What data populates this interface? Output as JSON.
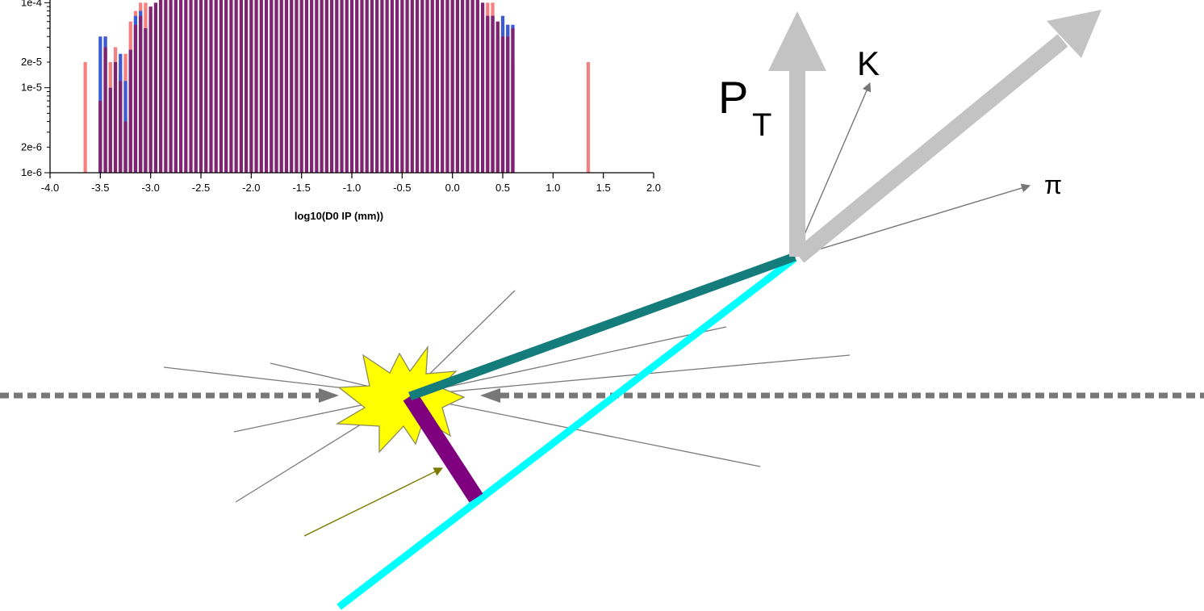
{
  "chart_data": {
    "type": "bar",
    "xlabel": "log10(D0 IP (mm))",
    "x_ticks": [
      "-4.0",
      "-3.5",
      "-3.0",
      "-2.5",
      "-2.0",
      "-1.5",
      "-1.0",
      "-0.5",
      "0.0",
      "0.5",
      "1.0",
      "1.5",
      "2.0"
    ],
    "y_ticks": [
      "1e-4",
      "2e-5",
      "1e-5",
      "2e-6",
      "1e-6"
    ],
    "y_scale": "log",
    "xlim": [
      -4.0,
      2.0
    ],
    "ylim": [
      1e-06,
      0.00012
    ],
    "bin_width": 0.05,
    "bin_start": -3.7,
    "series": [
      {
        "color": "#f58080",
        "values": [
          {
            "x": -3.65,
            "y": 2e-05
          },
          {
            "x": -3.5,
            "y": 7e-06
          },
          {
            "x": -3.45,
            "y": 4e-05
          },
          {
            "x": -3.4,
            "y": 2e-05
          },
          {
            "x": -3.35,
            "y": 3e-05
          },
          {
            "x": -3.3,
            "y": 1.5e-05
          },
          {
            "x": -3.25,
            "y": 2.5e-05
          },
          {
            "x": -3.2,
            "y": 6e-05
          },
          {
            "x": -3.15,
            "y": 8e-05
          },
          {
            "x": -3.1,
            "y": 0.0001
          },
          {
            "x": -3.05,
            "y": 0.0001
          },
          {
            "x": 0.35,
            "y": 0.0001
          },
          {
            "x": 0.4,
            "y": 0.0001
          },
          {
            "x": 0.45,
            "y": 6e-05
          },
          {
            "x": 0.5,
            "y": 6e-05
          },
          {
            "x": 0.55,
            "y": 5.5e-05
          },
          {
            "x": 0.6,
            "y": 2e-05
          },
          {
            "x": 1.35,
            "y": 2e-05
          }
        ]
      },
      {
        "color": "#3b5bd6",
        "values": [
          {
            "x": -3.5,
            "y": 4e-05
          },
          {
            "x": -3.45,
            "y": 4e-05
          },
          {
            "x": -3.3,
            "y": 2.5e-05
          },
          {
            "x": -3.25,
            "y": 1.2e-05
          },
          {
            "x": -3.15,
            "y": 7e-05
          },
          {
            "x": -3.1,
            "y": 8e-05
          },
          {
            "x": -3.05,
            "y": 5e-05
          },
          {
            "x": 0.4,
            "y": 7e-05
          },
          {
            "x": 0.5,
            "y": 7e-05
          },
          {
            "x": 0.55,
            "y": 5.5e-05
          },
          {
            "x": 0.6,
            "y": 5.5e-05
          }
        ]
      },
      {
        "color": "#7f2471",
        "values": [
          {
            "x": -3.5,
            "y": 7e-06
          },
          {
            "x": -3.45,
            "y": 3e-05
          },
          {
            "x": -3.4,
            "y": 1e-05
          },
          {
            "x": -3.35,
            "y": 2e-05
          },
          {
            "x": -3.3,
            "y": 1.2e-05
          },
          {
            "x": -3.25,
            "y": 4e-06
          },
          {
            "x": -3.2,
            "y": 2.8e-05
          },
          {
            "x": -3.15,
            "y": 5.5e-05
          },
          {
            "x": -3.1,
            "y": 7e-05
          },
          {
            "x": -3.05,
            "y": 5e-05
          },
          {
            "x": -3.0,
            "y": 9e-05
          },
          {
            "x": -2.95,
            "y": 0.0001
          },
          {
            "x": 0.3,
            "y": 0.0001
          },
          {
            "x": 0.35,
            "y": 7e-05
          },
          {
            "x": 0.4,
            "y": 7e-05
          },
          {
            "x": 0.45,
            "y": 6e-05
          },
          {
            "x": 0.5,
            "y": 4e-05
          },
          {
            "x": 0.55,
            "y": 4e-05
          },
          {
            "x": 0.6,
            "y": 5e-05
          }
        ],
        "fill_range": [
          -2.9,
          0.25
        ],
        "fill_value": 0.00012
      }
    ]
  },
  "diagram": {
    "labels": {
      "pt_main": "P",
      "pt_sub": "T",
      "kaon": "K",
      "pion": "π"
    },
    "colors": {
      "pt_arrow": "#c3c3c3",
      "beam": "#777777",
      "track": "#7a7a7a",
      "d0_flight": "#147c7a",
      "kaon_track_extension": "#00ffff",
      "ip_bar": "#7f007f",
      "ip_arrow": "#7a7a00",
      "vertex_fill": "#ffff00",
      "vertex_stroke": "#8a8a5a"
    }
  }
}
